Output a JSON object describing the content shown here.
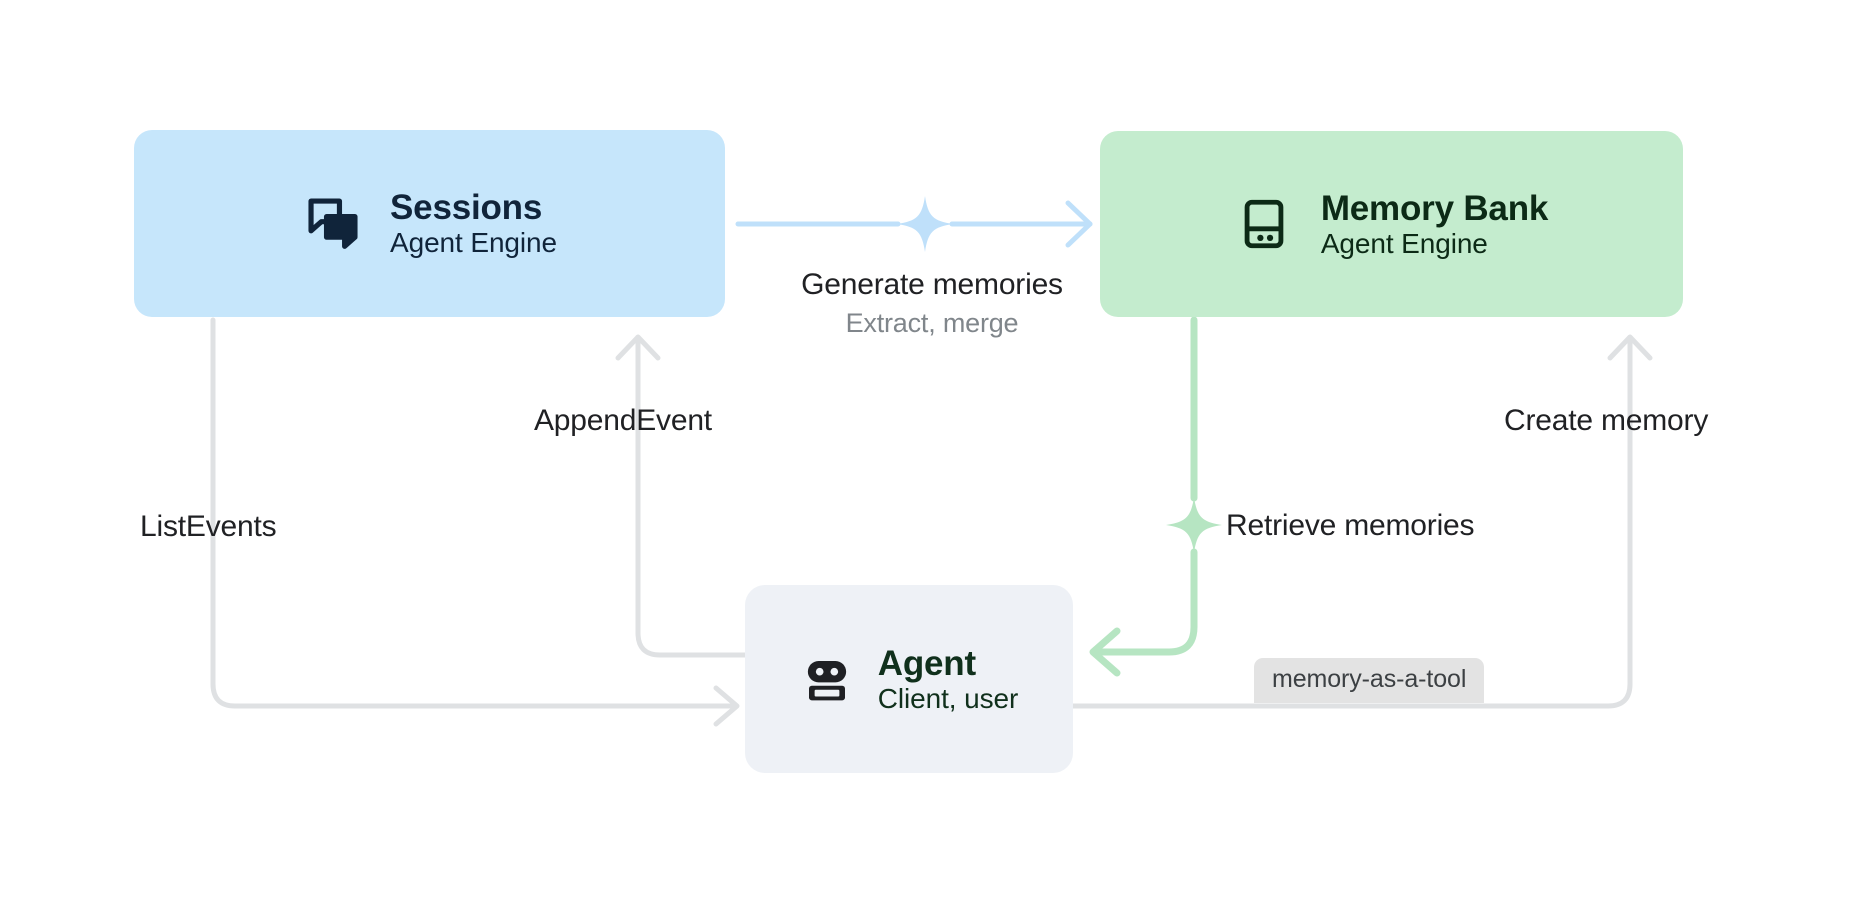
{
  "diagram": {
    "title": "Agent Engine Sessions and Memory Bank flow",
    "background": "#ffffff",
    "colors": {
      "sessions_fill": "#c6e6fb",
      "sessions_text": "#10243a",
      "memory_fill": "#c4ecce",
      "memory_text": "#0c2a16",
      "agent_fill": "#eef1f6",
      "agent_text": "#10301c",
      "blue_edge": "#bfe0fa",
      "green_edge": "#b6e5c2",
      "gray_edge": "#dfe1e3",
      "label_text": "#202124",
      "sublabel_text": "#80868b",
      "badge_fill": "#e3e3e3"
    }
  },
  "nodes": [
    {
      "id": "sessions",
      "title": "Sessions",
      "subtitle": "Agent Engine",
      "icon": "chat-bubbles-icon"
    },
    {
      "id": "memory-bank",
      "title": "Memory Bank",
      "subtitle": "Agent Engine",
      "icon": "storage-bank-icon"
    },
    {
      "id": "agent",
      "title": "Agent",
      "subtitle": "Client, user",
      "icon": "robot-icon"
    }
  ],
  "edges": [
    {
      "id": "generate-memories",
      "label": "Generate memories",
      "sublabel": "Extract, merge",
      "from": "sessions",
      "to": "memory-bank",
      "color": "blue",
      "sparkle": true
    },
    {
      "id": "append-event",
      "label": "AppendEvent",
      "from": "agent",
      "to": "sessions",
      "color": "gray",
      "sparkle": false
    },
    {
      "id": "list-events",
      "label": "ListEvents",
      "from": "sessions",
      "to": "agent",
      "color": "gray",
      "sparkle": false
    },
    {
      "id": "retrieve-memories",
      "label": "Retrieve memories",
      "from": "memory-bank",
      "to": "agent",
      "color": "green",
      "sparkle": true
    },
    {
      "id": "create-memory",
      "label": "Create memory",
      "from": "agent",
      "to": "memory-bank",
      "color": "gray",
      "sparkle": false
    }
  ],
  "badges": [
    {
      "id": "memory-as-a-tool",
      "label": "memory-as-a-tool"
    }
  ]
}
